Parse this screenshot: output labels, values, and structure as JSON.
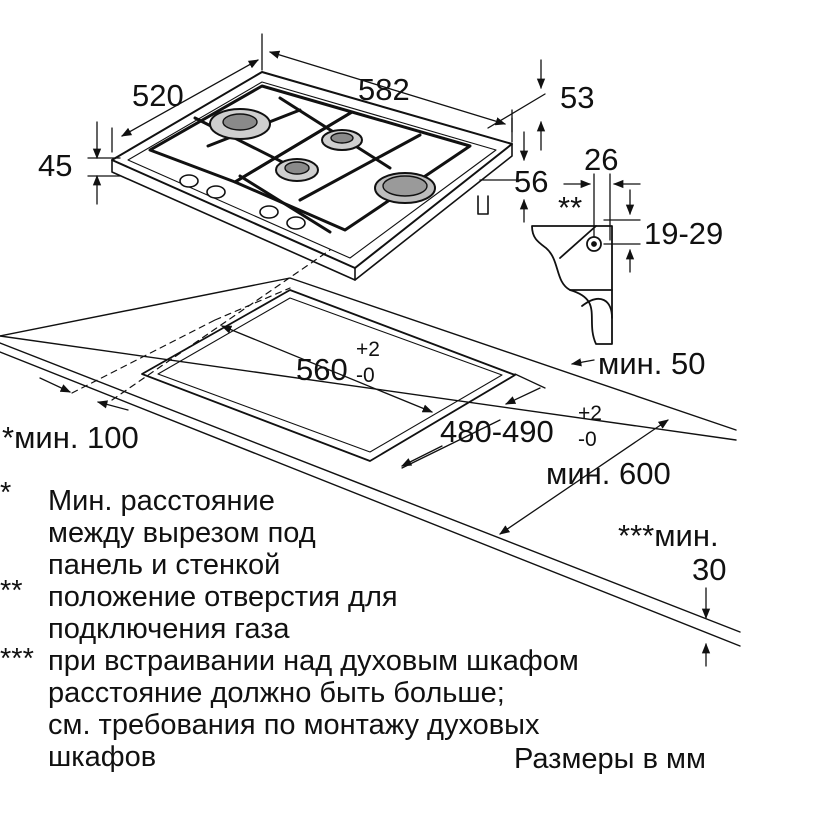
{
  "dimensions": {
    "depth": "520",
    "width": "582",
    "height": "45",
    "side_offset": "53",
    "gas_offset": "56",
    "connector_width": "26",
    "connector_height": "19-29",
    "cutout_width": "560",
    "cutout_width_tol_plus": "+2",
    "cutout_width_tol_minus": "-0",
    "cutout_depth": "480-490",
    "cutout_depth_tol_plus": "+2",
    "cutout_depth_tol_minus": "-0",
    "min_back": "мин. 50",
    "min_side": "*мин. 100",
    "min_front": "мин. 600",
    "min_oven_prefix": "***мин.",
    "min_oven_value": "30",
    "gas_marker": "**"
  },
  "footnotes": [
    {
      "marker": "*",
      "lines": [
        "Мин. расстояние",
        "между вырезом под",
        "панель и стенкой"
      ]
    },
    {
      "marker": "**",
      "lines": [
        "положение отверстия для",
        "подключения газа"
      ]
    },
    {
      "marker": "***",
      "lines": [
        "при встраивании над духовым шкафом",
        "расстояние должно быть больше;",
        "см. требования по монтажу духовых",
        "шкафов"
      ]
    }
  ],
  "units_note": "Размеры в мм",
  "colors": {
    "line": "#111111",
    "burner": "#9a9a9a",
    "background": "#ffffff"
  }
}
